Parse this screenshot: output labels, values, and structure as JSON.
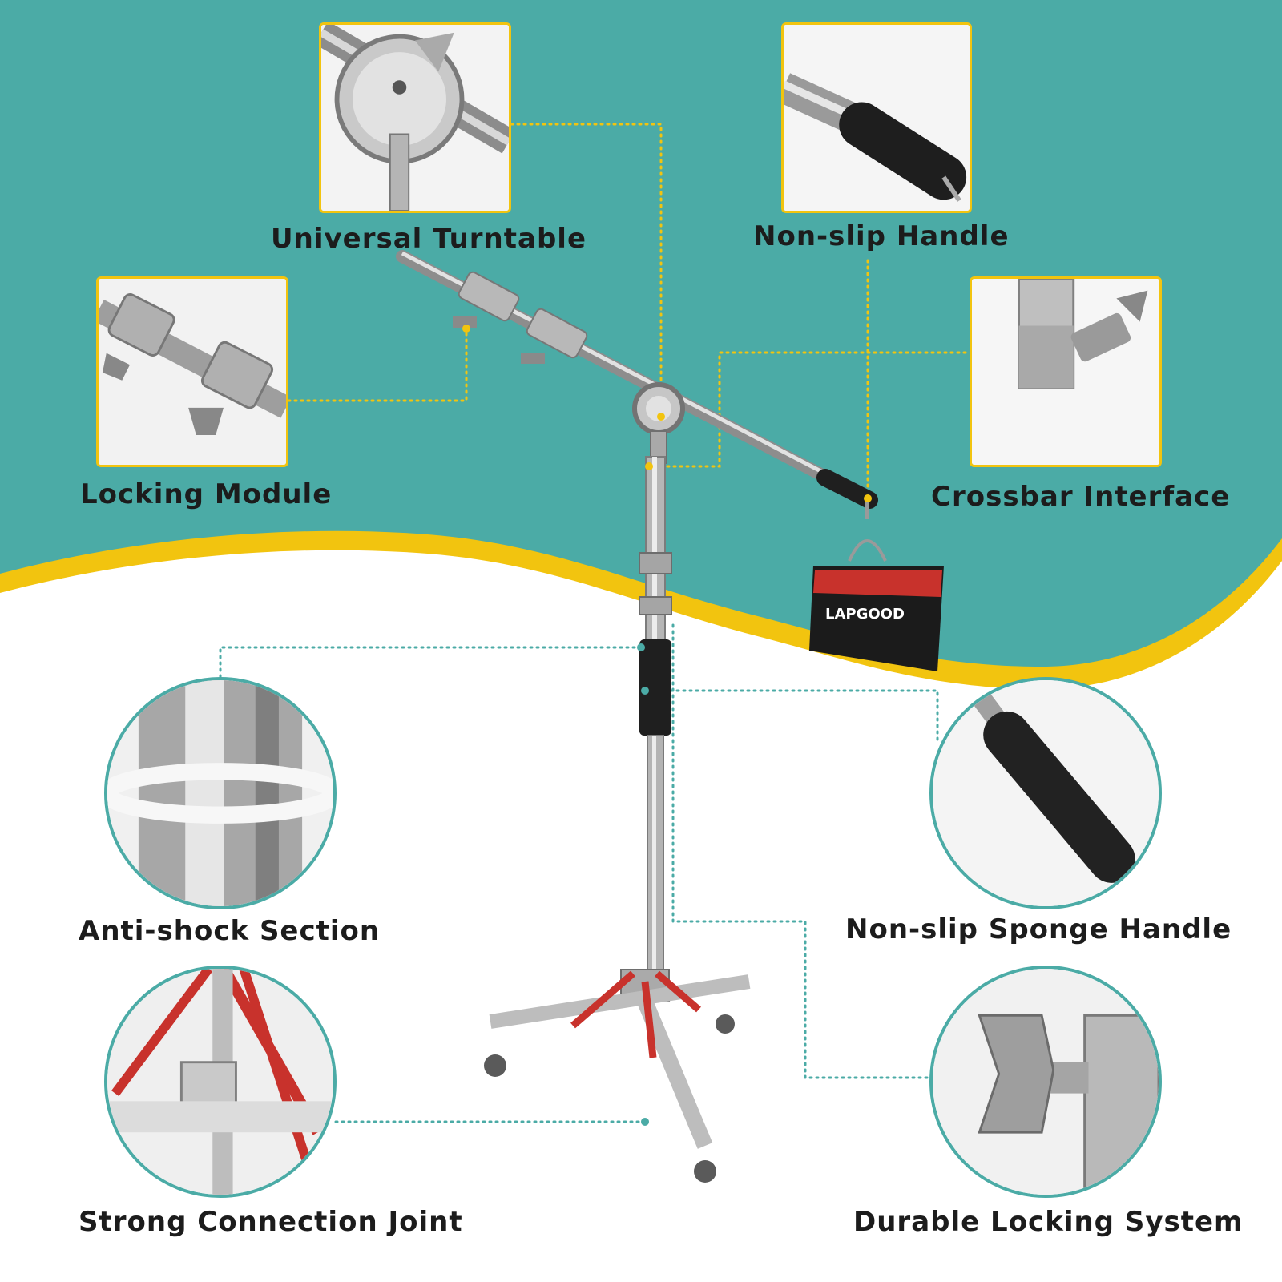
{
  "colors": {
    "teal": "#4baba6",
    "yellow": "#f2c40f",
    "white": "#ffffff",
    "text": "#1c1c1c",
    "red": "#c8322c"
  },
  "product": {
    "bag_brand": "LAPGOOD"
  },
  "features": [
    {
      "id": "universal-turntable",
      "label": "Universal Turntable"
    },
    {
      "id": "non-slip-handle",
      "label": "Non-slip Handle"
    },
    {
      "id": "locking-module",
      "label": "Locking Module"
    },
    {
      "id": "crossbar-interface",
      "label": "Crossbar Interface"
    },
    {
      "id": "anti-shock-section",
      "label": "Anti-shock Section"
    },
    {
      "id": "non-slip-sponge-handle",
      "label": "Non-slip Sponge Handle"
    },
    {
      "id": "strong-connection-joint",
      "label": "Strong Connection Joint"
    },
    {
      "id": "durable-locking-system",
      "label": "Durable Locking System"
    }
  ]
}
